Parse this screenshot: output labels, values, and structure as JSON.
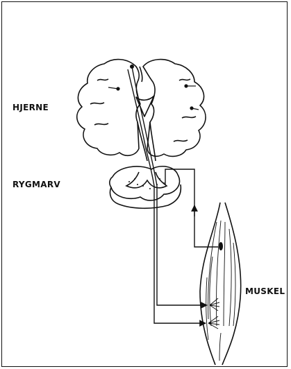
{
  "labels": {
    "brain": "HJERNE",
    "spinal_cord": "RYGMARV",
    "muscle": "MUSKEL"
  },
  "colors": {
    "ink": "#111111",
    "paper": "#ffffff"
  }
}
